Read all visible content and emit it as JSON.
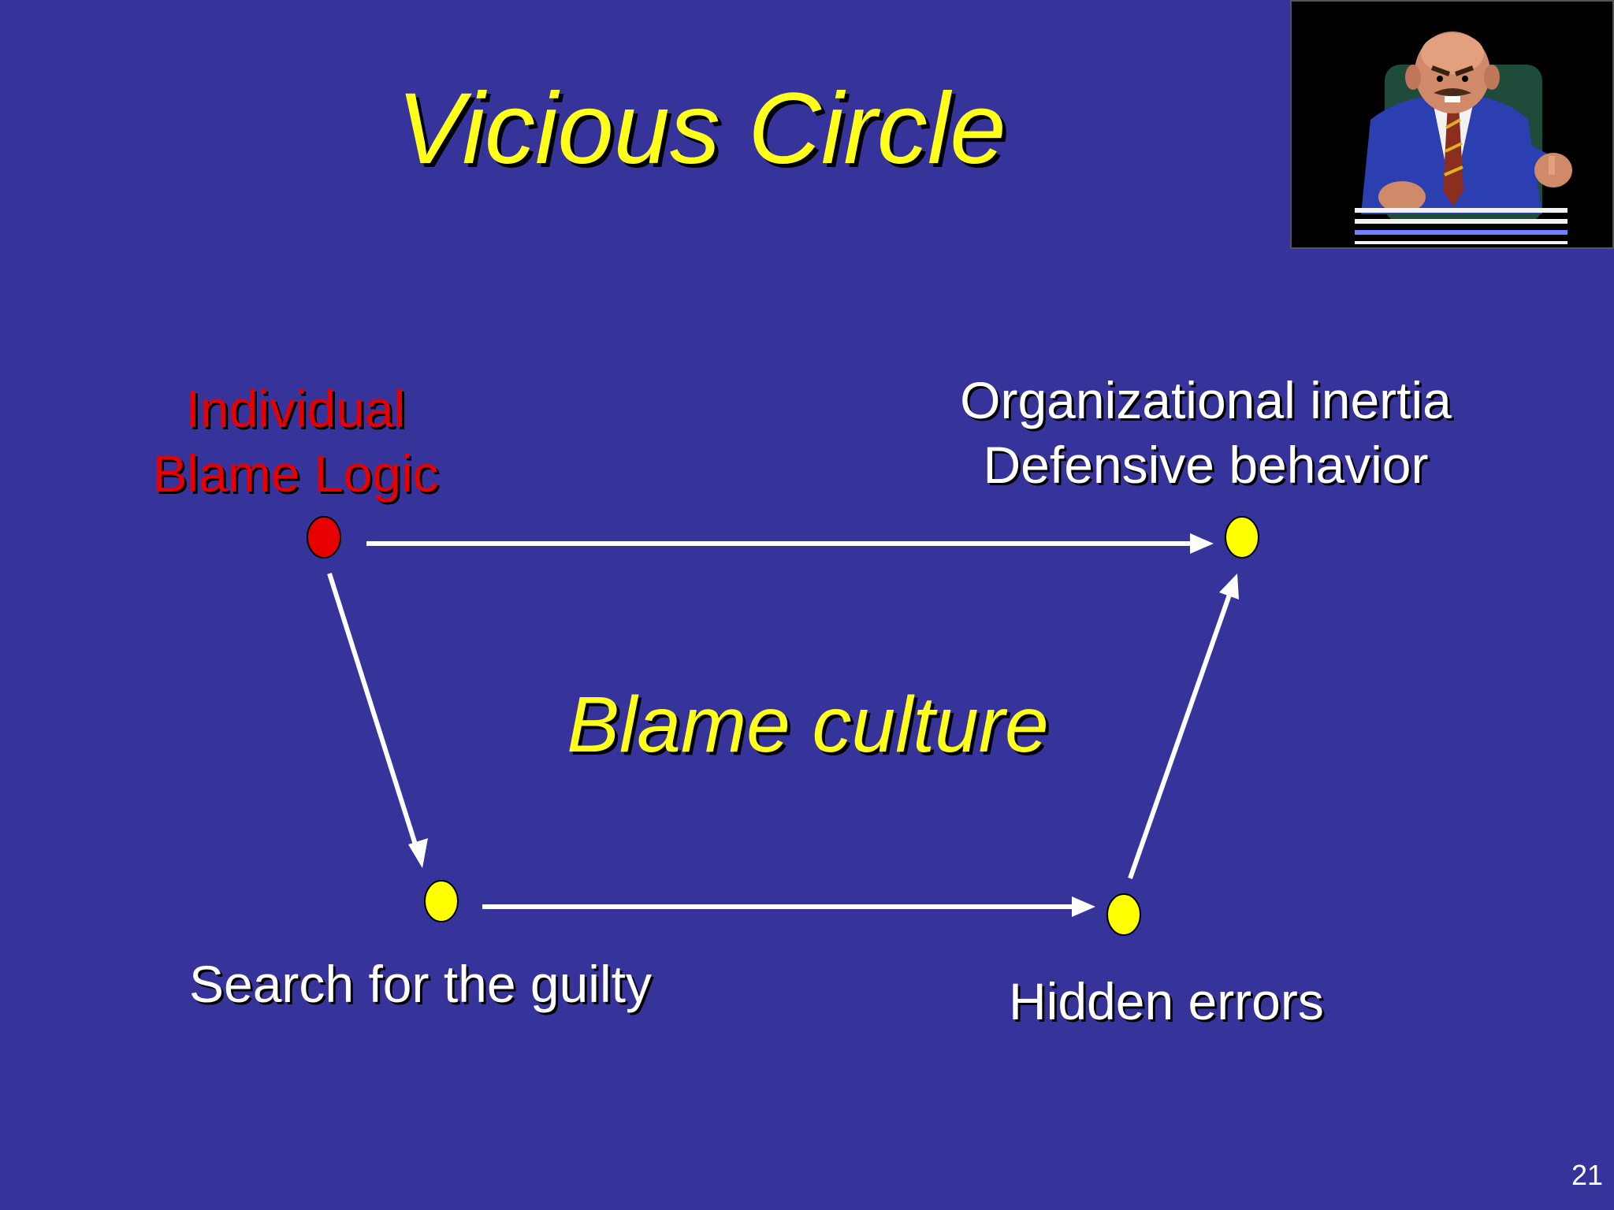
{
  "slide": {
    "title": "Vicious Circle",
    "center_label": "Blame culture",
    "page_number": "21"
  },
  "nodes": {
    "top_left": {
      "lines": [
        "Individual",
        "Blame Logic"
      ],
      "color": "#e80000"
    },
    "top_right": {
      "lines": [
        "Organizational inertia",
        "Defensive behavior"
      ],
      "color": "#ffff00"
    },
    "bottom_left": {
      "lines": [
        "Search for the guilty"
      ],
      "color": "#ffff00"
    },
    "bottom_right": {
      "lines": [
        "Hidden errors"
      ],
      "color": "#ffff00"
    }
  },
  "colors": {
    "background": "#36339a",
    "title": "#ffff1a",
    "arrow": "#ffffff",
    "node_red": "#e80000",
    "node_yellow": "#ffff00"
  },
  "image": {
    "icon": "angry-boss-pointing-icon"
  }
}
